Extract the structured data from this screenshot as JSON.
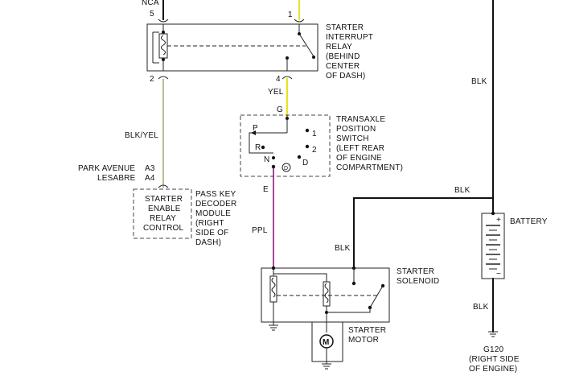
{
  "colors": {
    "yellow_wire": "#f2e200",
    "purple_wire": "#e020c8",
    "olive_wire": "#a8a85a",
    "black_wire": "#111111"
  },
  "pins": {
    "nca": "NCA",
    "p5": "5",
    "p2": "2",
    "p1": "1",
    "p4": "4"
  },
  "starter_interrupt_relay": {
    "lines": [
      "STARTER",
      "INTERRUPT",
      "RELAY",
      "(BEHIND",
      "CENTER",
      "OF DASH)"
    ]
  },
  "wire_labels": {
    "yel": "YEL",
    "g": "G",
    "blk_yel": "BLK/YEL",
    "e": "E",
    "ppl": "PPL",
    "blk_solenoid": "BLK",
    "blk_top": "BLK",
    "blk_right": "BLK",
    "blk_ground": "BLK"
  },
  "transaxle_switch": {
    "lines": [
      "TRANSAXLE",
      "POSITION",
      "SWITCH",
      "(LEFT REAR",
      "OF ENGINE",
      "COMPARTMENT)"
    ],
    "positions": {
      "p": "P",
      "r": "R",
      "n": "N",
      "d_circle": "D",
      "d": "D",
      "one": "1",
      "two": "2"
    }
  },
  "models": {
    "row1_name": "PARK AVENUE",
    "row1_pin": "A3",
    "row2_name": "LESABRE",
    "row2_pin": "A4"
  },
  "starter_enable": {
    "lines": [
      "STARTER",
      "ENABLE",
      "RELAY",
      "CONTROL"
    ]
  },
  "pass_key_module": {
    "lines": [
      "PASS KEY",
      "DECODER",
      "MODULE",
      "(RIGHT",
      "SIDE OF",
      "DASH)"
    ]
  },
  "starter_solenoid": {
    "lines": [
      "STARTER",
      "SOLENOID"
    ]
  },
  "starter_motor": {
    "lines": [
      "STARTER",
      "MOTOR"
    ],
    "symbol": "M"
  },
  "battery": {
    "label": "BATTERY",
    "plus": "+",
    "minus": "−"
  },
  "ground": {
    "lines": [
      "G120",
      "(RIGHT SIDE",
      "OF ENGINE)"
    ]
  }
}
